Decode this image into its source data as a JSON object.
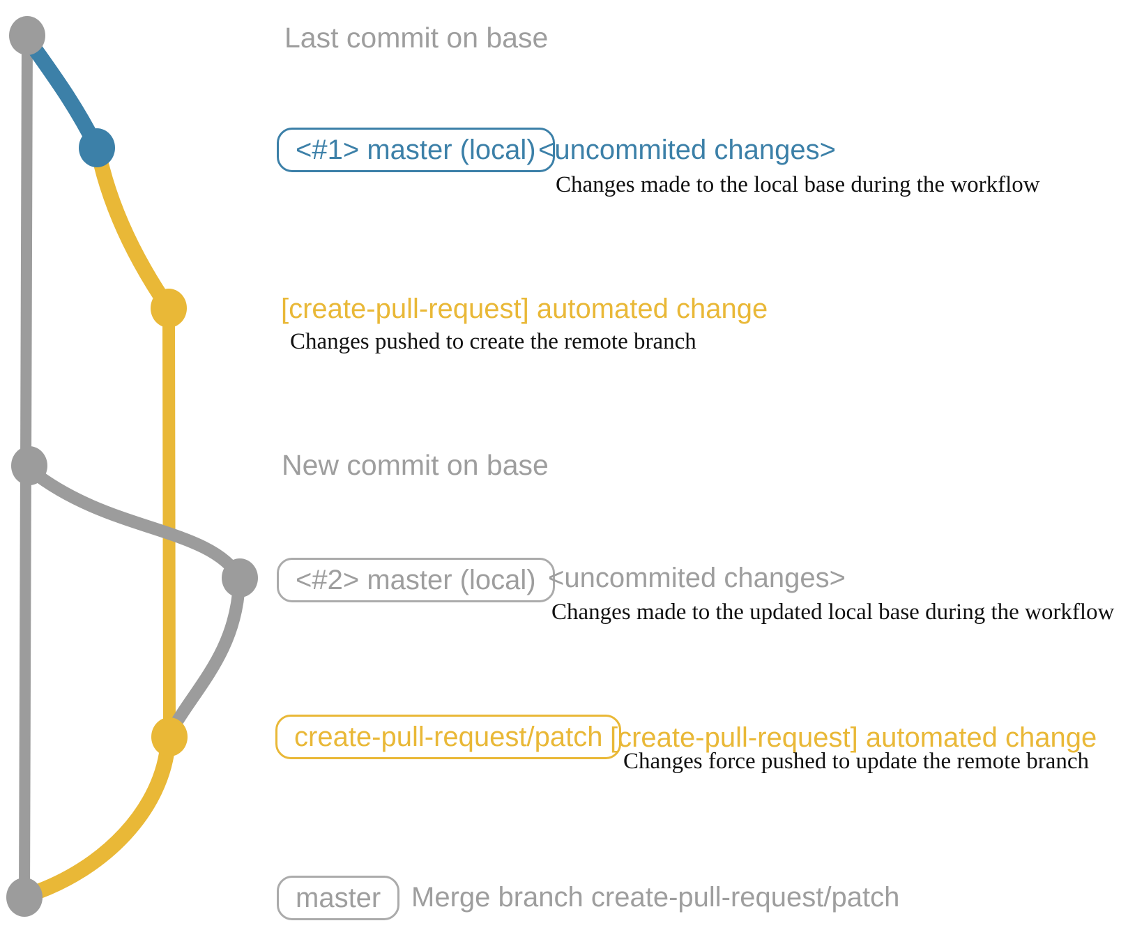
{
  "colors": {
    "gray-line": "#9c9c9c",
    "gray-text": "#9e9e9e",
    "gray-border": "#ababab",
    "blue": "#3c80a8",
    "yellow": "#e9b837",
    "caption": "#111111",
    "bg": "#ffffff"
  },
  "graph": {
    "branch_colors": {
      "base": "#9c9c9c",
      "local_working": "#3c80a8",
      "remote_patch": "#e9b837"
    },
    "nodes": [
      {
        "name": "last-commit-on-base",
        "color": "gray"
      },
      {
        "name": "local-commit-1",
        "color": "blue"
      },
      {
        "name": "remote-commit-1",
        "color": "yellow"
      },
      {
        "name": "new-commit-on-base",
        "color": "gray"
      },
      {
        "name": "local-commit-2",
        "color": "gray"
      },
      {
        "name": "remote-commit-2",
        "color": "yellow"
      },
      {
        "name": "merge-commit",
        "color": "gray"
      }
    ]
  },
  "rows": {
    "row1": {
      "label": "Last commit on base"
    },
    "row2": {
      "badge": "<#1> master (local)",
      "note": "<uncommited changes>",
      "caption": "Changes made to the local base during the workflow"
    },
    "row3": {
      "note": "[create-pull-request] automated change",
      "caption": "Changes pushed to create the remote branch"
    },
    "row4": {
      "label": "New commit on base"
    },
    "row5": {
      "badge": "<#2> master (local)",
      "note": "<uncommited changes>",
      "caption": "Changes made to the updated local base during the workflow"
    },
    "row6": {
      "badge": "create-pull-request/patch",
      "note": "[create-pull-request] automated change",
      "caption": "Changes force pushed to update the remote branch"
    },
    "row7": {
      "badge": "master",
      "note": "Merge branch create-pull-request/patch"
    }
  }
}
